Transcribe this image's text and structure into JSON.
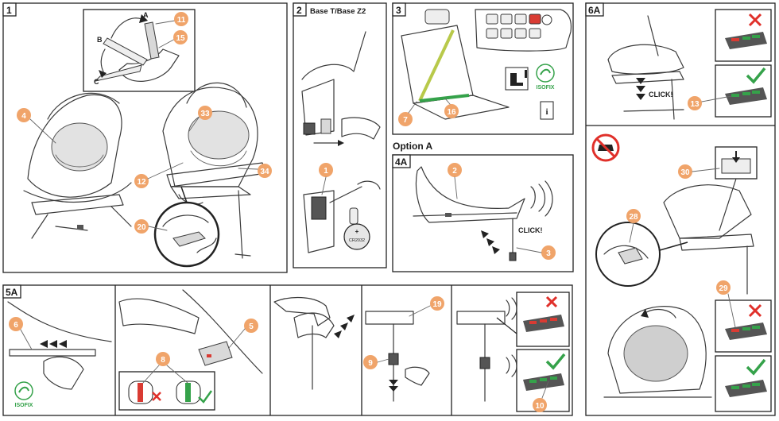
{
  "panels": {
    "p1": {
      "label": "1"
    },
    "p2": {
      "label": "2",
      "title": "Base T/Base Z2"
    },
    "p3": {
      "label": "3"
    },
    "p4a": {
      "label": "4A",
      "option": "Option A",
      "click": "CLICK!"
    },
    "p5a": {
      "label": "5A",
      "isofix_word": "ISOFIX"
    },
    "p6a": {
      "label": "6A",
      "click": "CLICK!"
    }
  },
  "letters": {
    "a": "A",
    "b": "B",
    "c": "C"
  },
  "battery": {
    "plus": "+",
    "text": "CR2032"
  },
  "isofix_logo": {
    "word": "ISOFIX"
  },
  "manual_icon": {
    "glyph": "i"
  },
  "callouts": {
    "c1": "1",
    "c2": "2",
    "c3": "3",
    "c4": "4",
    "c5": "5",
    "c6": "6",
    "c7": "7",
    "c8": "8",
    "c9": "9",
    "c10": "10",
    "c11": "11",
    "c12": "12",
    "c13": "13",
    "c15": "15",
    "c16": "16",
    "c19": "19",
    "c20": "20",
    "c28": "28",
    "c29": "29",
    "c30": "30",
    "c33": "33",
    "c34": "34"
  },
  "colors": {
    "callout": "#f0a46a",
    "seatbelt": "#b8c94a",
    "ok_green": "#35a24a",
    "err_red": "#e0302a",
    "highlight_red": "#d93b33"
  },
  "icons": [
    "cross-icon",
    "check-icon",
    "no-car-icon",
    "ear-icon",
    "arrow-icon",
    "isofix-logo-icon",
    "manual-icon"
  ]
}
